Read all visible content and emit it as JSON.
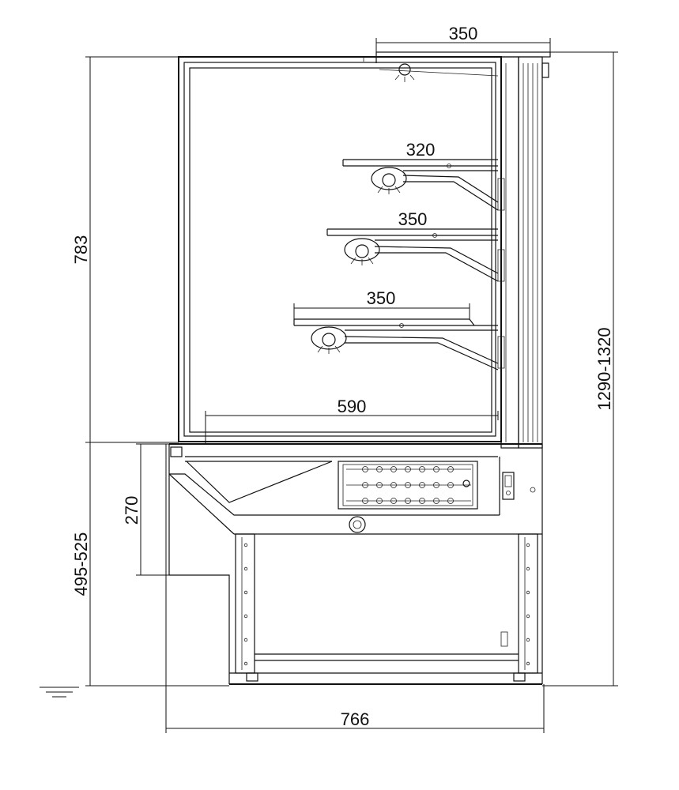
{
  "dimensions": {
    "top_depth": "350",
    "shelf_1": "320",
    "shelf_2": "350",
    "shelf_3": "350",
    "deck": "590",
    "total_width": "766",
    "upper_height": "783",
    "total_height": "1290-1320",
    "base_height": "495-525",
    "front_height": "270"
  },
  "colors": {
    "line": "#111111",
    "background": "#ffffff"
  }
}
